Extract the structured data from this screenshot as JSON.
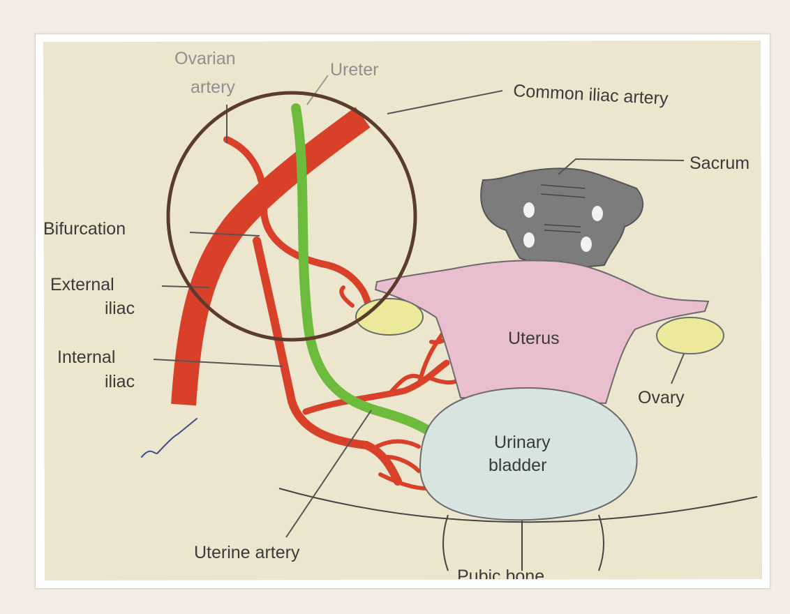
{
  "labels": {
    "ovarian_artery_1": "Ovarian",
    "ovarian_artery_2": "artery",
    "ureter": "Ureter",
    "common_iliac_artery": "Common iliac artery",
    "sacrum": "Sacrum",
    "bifurcation": "Bifurcation",
    "external_iliac_1": "External",
    "external_iliac_2": "iliac",
    "internal_iliac_1": "Internal",
    "internal_iliac_2": "iliac",
    "uterus": "Uterus",
    "ovary": "Ovary",
    "urinary_bladder_1": "Urinary",
    "urinary_bladder_2": "bladder",
    "uterine_artery": "Uterine artery",
    "pubic_bone": "Pubic bone"
  },
  "colors": {
    "paper": "#ece6cf",
    "artery": "#d8402a",
    "ureter": "#6dbb3c",
    "sacrum": "#7c7c7c",
    "uterus": "#e9bfd0",
    "ovary": "#ecea9a",
    "bladder": "#d8e4e0",
    "circle": "#5a3b2c"
  }
}
